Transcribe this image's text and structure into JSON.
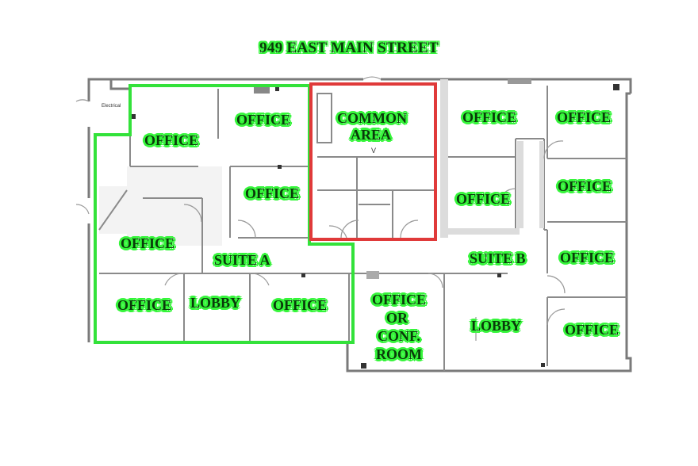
{
  "title": "949 EAST MAIN STREET",
  "labels": {
    "office_a_top_left": "OFFICE",
    "office_a_top_center": "OFFICE",
    "office_a_mid": "OFFICE",
    "office_a_left": "OFFICE",
    "suite_a": "SUITE A",
    "office_a_bottom_left": "OFFICE",
    "lobby_a": "LOBBY",
    "office_a_bottom_right": "OFFICE",
    "common_area_1": "COMMON",
    "common_area_2": "AREA",
    "office_b_top_1": "OFFICE",
    "office_b_top_2": "OFFICE",
    "office_b_mid": "OFFICE",
    "office_b_right_2": "OFFICE",
    "suite_b": "SUITE B",
    "office_b_right_3": "OFFICE",
    "conf_1": "OFFICE",
    "conf_2": "OR",
    "conf_3": "CONF.",
    "conf_4": "ROOM",
    "lobby_b": "LOBBY",
    "office_b_right_4": "OFFICE"
  },
  "small_text": {
    "electrical": "Electrical",
    "common_v": "V"
  },
  "colors": {
    "suite_a_outline": "#33e23a",
    "common_outline": "#e03a3a",
    "label_fill": "#35f53a",
    "wall": "#7a7a7a"
  }
}
